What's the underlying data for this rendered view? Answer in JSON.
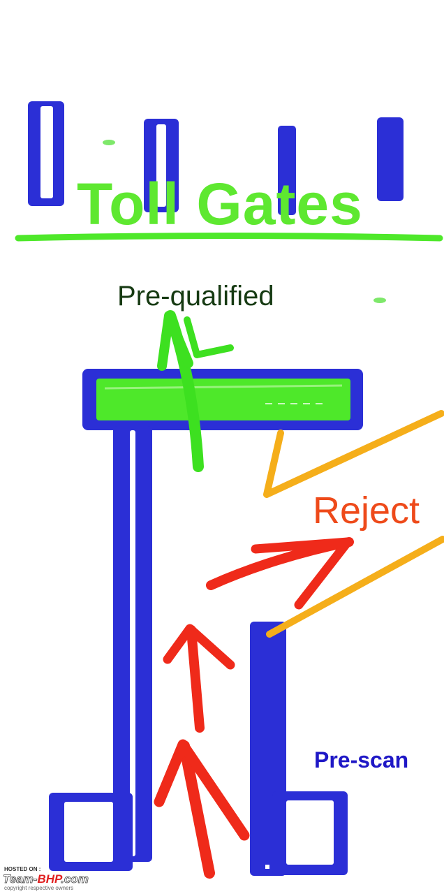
{
  "labels": {
    "title": "Toll Gates",
    "prequalified": "Pre-qualified",
    "reject": "Reject",
    "prescan": "Pre-scan"
  },
  "watermark": {
    "hosted_on": "HOSTED ON :",
    "brand_a": "Team-",
    "brand_b": "BHP",
    "brand_c": ".com",
    "copyright": "copyright respective owners"
  },
  "colors": {
    "blue": "#2b2fd6",
    "green": "#4ee82a",
    "red": "#ef2a1a",
    "orange": "#f5ae1a",
    "dark_green": "#163a12"
  }
}
